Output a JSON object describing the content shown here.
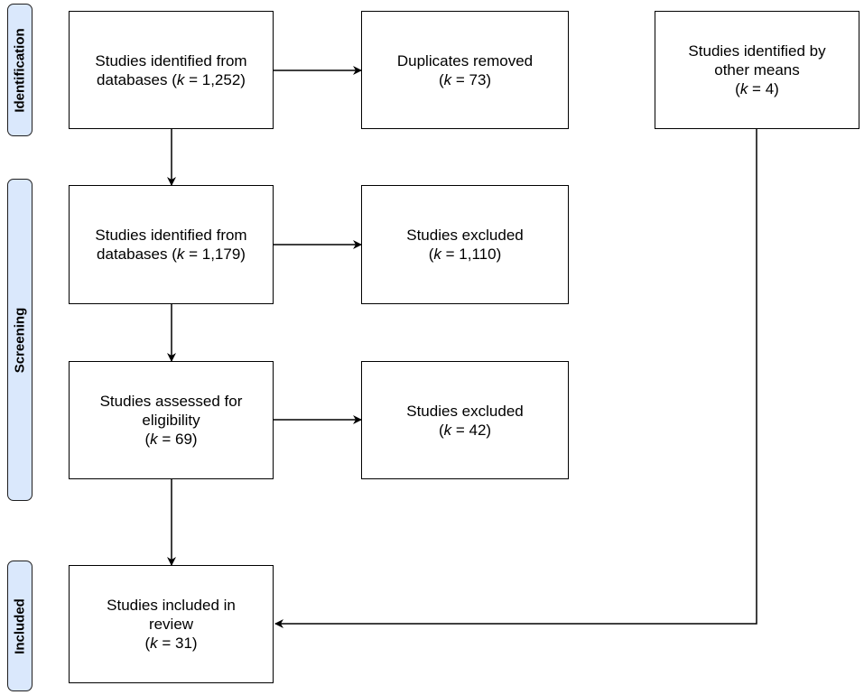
{
  "phases": {
    "identification": "Identification",
    "screening": "Screening",
    "included": "Included"
  },
  "boxes": {
    "db_identified": {
      "line1": "Studies identified from",
      "line2_pre": "databases (",
      "k_sym": "k",
      "line2_post": " = 1,252)"
    },
    "duplicates": {
      "line1": "Duplicates removed",
      "line2_pre": "(",
      "k_sym": "k",
      "line2_post": " = 73)"
    },
    "other_means": {
      "line1": "Studies identified by",
      "line2": "other means",
      "line3_pre": "(",
      "k_sym": "k",
      "line3_post": " = 4)"
    },
    "db_screened": {
      "line1": "Studies identified from",
      "line2_pre": "databases (",
      "k_sym": "k",
      "line2_post": " = 1,179)"
    },
    "excluded_1": {
      "line1": "Studies excluded",
      "line2_pre": "(",
      "k_sym": "k",
      "line2_post": " = 1,110)"
    },
    "eligibility": {
      "line1": "Studies assessed for",
      "line2": "eligibility",
      "line3_pre": "(",
      "k_sym": "k",
      "line3_post": " = 69)"
    },
    "excluded_2": {
      "line1": "Studies excluded",
      "line2_pre": "(",
      "k_sym": "k",
      "line2_post": " = 42)"
    },
    "included": {
      "line1": "Studies included in",
      "line2": "review",
      "line3_pre": "(",
      "k_sym": "k",
      "line3_post": " = 31)"
    }
  },
  "colors": {
    "phase_fill": "#dae8fc",
    "stroke": "#000000"
  }
}
